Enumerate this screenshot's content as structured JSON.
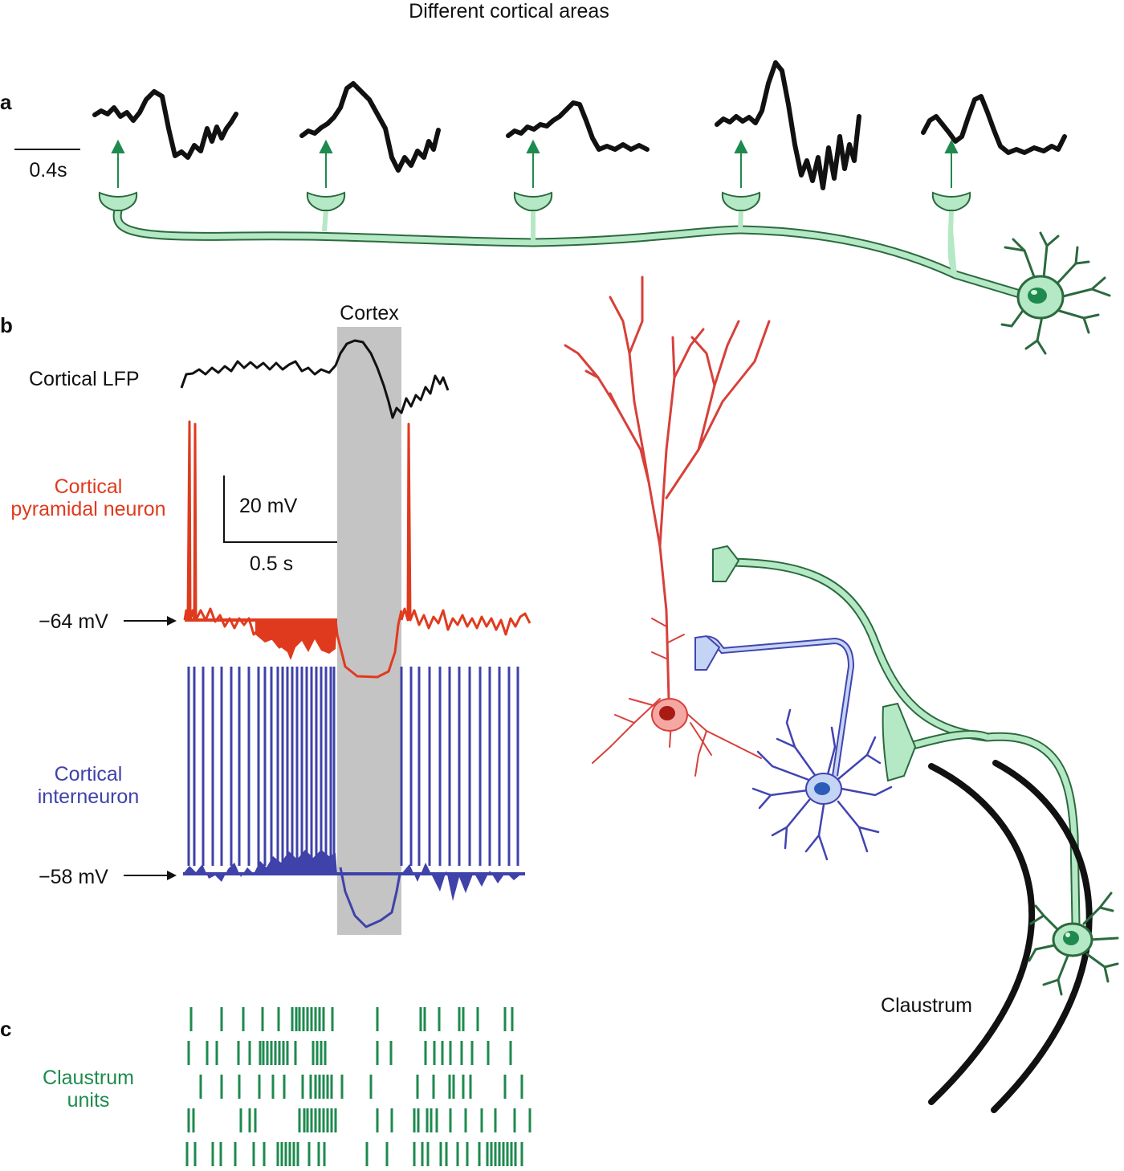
{
  "header": {
    "title": "Different cortical areas"
  },
  "panels": {
    "a": "a",
    "b": "b",
    "c": "c"
  },
  "scales": {
    "time_a": "0.4s",
    "voltage": "20 mV",
    "time_b": "0.5 s"
  },
  "labels": {
    "cortex": "Cortex",
    "lfp": "Cortical LFP",
    "pyramidal_line1": "Cortical",
    "pyramidal_line2": "pyramidal neuron",
    "interneuron_line1": "Cortical",
    "interneuron_line2": "interneuron",
    "claustrum_units_line1": "Claustrum",
    "claustrum_units_line2": "units",
    "claustrum": "Claustrum",
    "vm_pyramidal": "−64 mV",
    "vm_interneuron": "−58 mV"
  },
  "colors": {
    "lfp": "#111111",
    "pyramidal": "#e03a1e",
    "interneuron": "#3f42a8",
    "claustrum": "#1e8a4e",
    "claustrum_fill": "#b5e8c4",
    "claustrum_dark": "#2a6a3e",
    "shade": "#c4c4c4"
  },
  "raster": {
    "rows": [
      [
        238,
        276,
        303,
        327,
        347,
        364,
        369,
        373,
        378,
        383,
        388,
        393,
        398,
        403,
        414,
        470,
        524,
        529,
        547,
        572,
        577,
        595,
        629,
        638
      ],
      [
        235,
        258,
        270,
        297,
        311,
        324,
        328,
        333,
        338,
        343,
        348,
        353,
        358,
        368,
        390,
        395,
        400,
        405,
        470,
        487,
        530,
        541,
        551,
        561,
        575,
        588,
        608,
        636
      ],
      [
        250,
        276,
        298,
        323,
        340,
        354,
        377,
        387,
        393,
        398,
        403,
        408,
        413,
        426,
        462,
        520,
        540,
        560,
        565,
        577,
        586,
        629,
        650
      ],
      [
        235,
        241,
        300,
        311,
        318,
        373,
        379,
        383,
        388,
        393,
        398,
        403,
        408,
        413,
        418,
        470,
        488,
        516,
        521,
        532,
        537,
        544,
        561,
        580,
        600,
        617,
        641,
        660
      ],
      [
        233,
        243,
        265,
        275,
        293,
        316,
        329,
        346,
        351,
        356,
        361,
        366,
        371,
        385,
        397,
        404,
        457,
        482,
        516,
        526,
        533,
        549,
        556,
        570,
        582,
        597,
        607,
        612,
        617,
        622,
        627,
        632,
        637,
        642,
        650
      ]
    ]
  }
}
